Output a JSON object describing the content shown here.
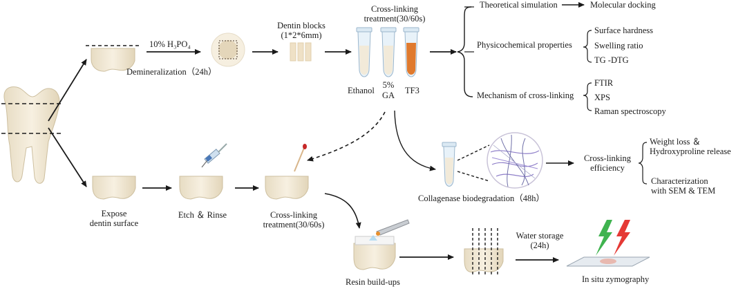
{
  "texts": {
    "h3po4": "10% H₃PO₄",
    "demineralization": "Demineralization（24h）",
    "dentin_blocks_l1": "Dentin blocks",
    "dentin_blocks_l2": "(1*2*6mm)",
    "crosslink_top_l1": "Cross-linking",
    "crosslink_top_l2": "treatment(30/60s)",
    "ethanol": "Ethanol",
    "ga_l1": "5%",
    "ga_l2": "GA",
    "tf3": "TF3",
    "theoretical_simulation": "Theoretical simulation",
    "molecular_docking": "Molecular docking",
    "physicochemical_properties": "Physicochemical properties",
    "surface_hardness": "Surface hardness",
    "swelling_ratio": "Swelling ratio",
    "tg_dtg": "TG -DTG",
    "mechanism": "Mechanism of cross-linking",
    "ftir": "FTIR",
    "xps": "XPS",
    "raman": "Raman spectroscopy",
    "collagenase": "Collagenase biodegradation（48h）",
    "crosslink_eff_l1": "Cross-linking",
    "crosslink_eff_l2": "efficiency",
    "weight_loss_l1": "Weight loss ＆",
    "weight_loss_l2": "Hydroxyproline release",
    "characterization_l1": "Characterization",
    "characterization_l2": "with SEM & TEM",
    "expose_l1": "Expose",
    "expose_l2": "dentin surface",
    "etch_rinse": "Etch ＆ Rinse",
    "crosslink_bot_l1": "Cross-linking",
    "crosslink_bot_l2": "treatment(30/60s)",
    "resin": "Resin build-ups",
    "water_l1": "Water storage",
    "water_l2": "(24h)",
    "in_situ": "In situ zymography"
  },
  "colors": {
    "tooth": "#f1e7d3",
    "tooth_shade": "#dccfb3",
    "ethanol_fill": "#f2ead9",
    "ga_fill": "#f2ead9",
    "tf3_fill": "#e07a2e",
    "tube_glass": "#cfe3f1",
    "bolt_green": "#3fb34f",
    "bolt_red": "#e53935",
    "collagen_fiber": "#8f7fc9"
  },
  "icons": [
    "molar-tooth-icon",
    "tooth-crown-icon",
    "dentin-disc-icon",
    "dentin-blocks-icon",
    "test-tube-icon",
    "syringe-icon",
    "brush-applicator-icon",
    "curing-light-icon",
    "collagen-fibers-icon",
    "lightning-bolt-icon",
    "glass-slide-icon"
  ]
}
